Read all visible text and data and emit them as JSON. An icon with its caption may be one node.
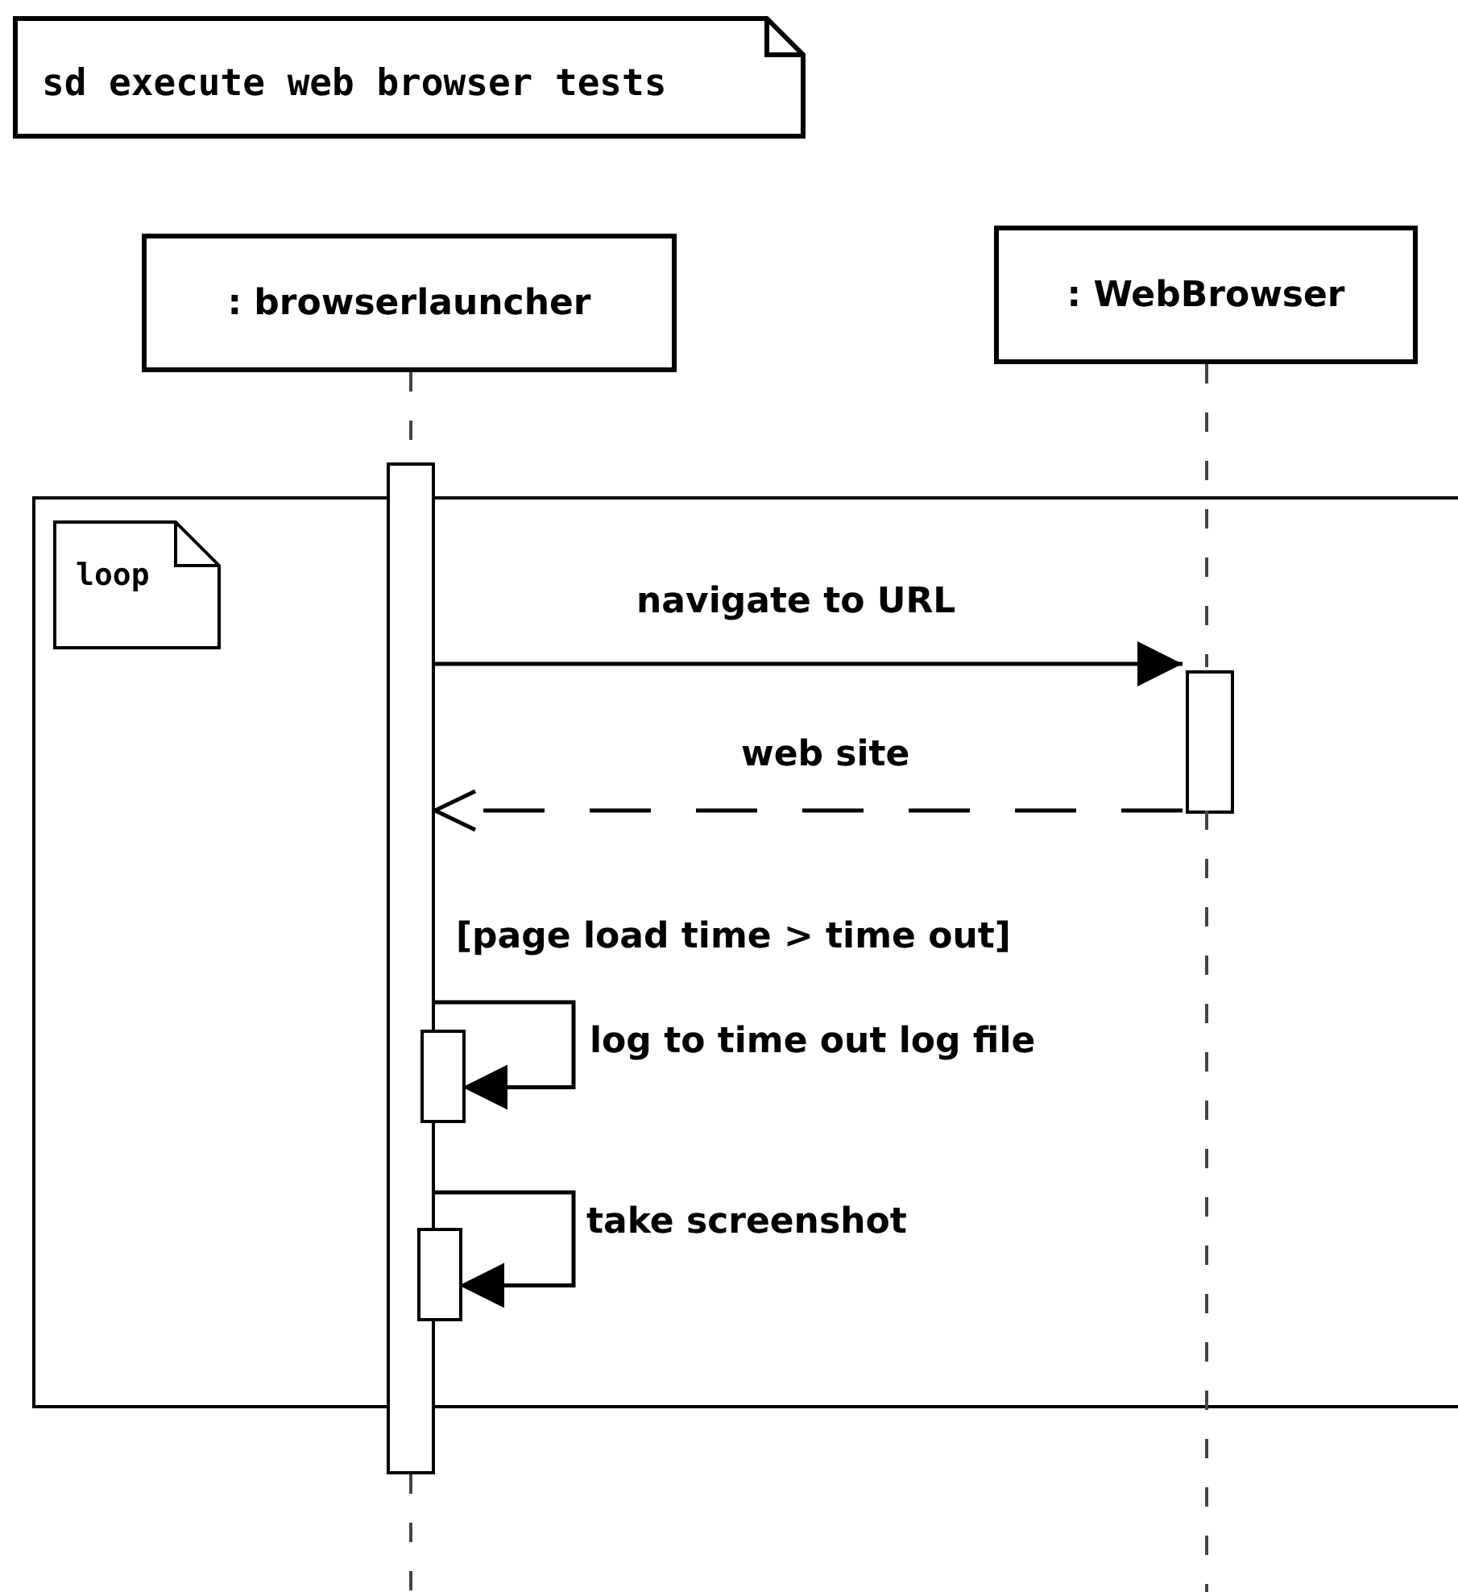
{
  "diagram": {
    "nodes": [
      {
        "text": [
          "sd execute web browser tests"
        ]
      },
      {
        "text": [
          ": browserlauncher"
        ]
      },
      {
        "text": [
          ": WebBrowser"
        ]
      },
      {
        "text": [],
        "shape": "bar"
      },
      {
        "text": [
          "loop"
        ]
      },
      {
        "text": [],
        "shape": "bar",
        "in": 4
      },
      {
        "text": [],
        "shape": "bar",
        "in": 4
      },
      {
        "text": [],
        "shape": "bar",
        "in": 4
      }
    ],
    "edges": [
      {
        "from": 1,
        "to": 3,
        "arrow": "none",
        "style": "dashed"
      },
      {
        "from": 3,
        "to": null,
        "arrow": "none",
        "style": "dashed"
      },
      {
        "from": 2,
        "to": 5,
        "arrow": "none",
        "style": "dashed"
      },
      {
        "from": 5,
        "to": null,
        "arrow": "none",
        "style": "dashed"
      },
      {
        "from": 3,
        "to": 5,
        "arrow": "to",
        "label": "navigate to URL"
      },
      {
        "from": 5,
        "to": 3,
        "arrow": "to",
        "style": "dashed",
        "label": "web site"
      },
      {
        "from": 3,
        "to": 6,
        "arrow": "to",
        "label": "log to time out log file"
      },
      {
        "from": 3,
        "to": 7,
        "arrow": "to",
        "label": "take screenshot"
      }
    ],
    "labels": [
      "[page load time > time out]"
    ]
  }
}
